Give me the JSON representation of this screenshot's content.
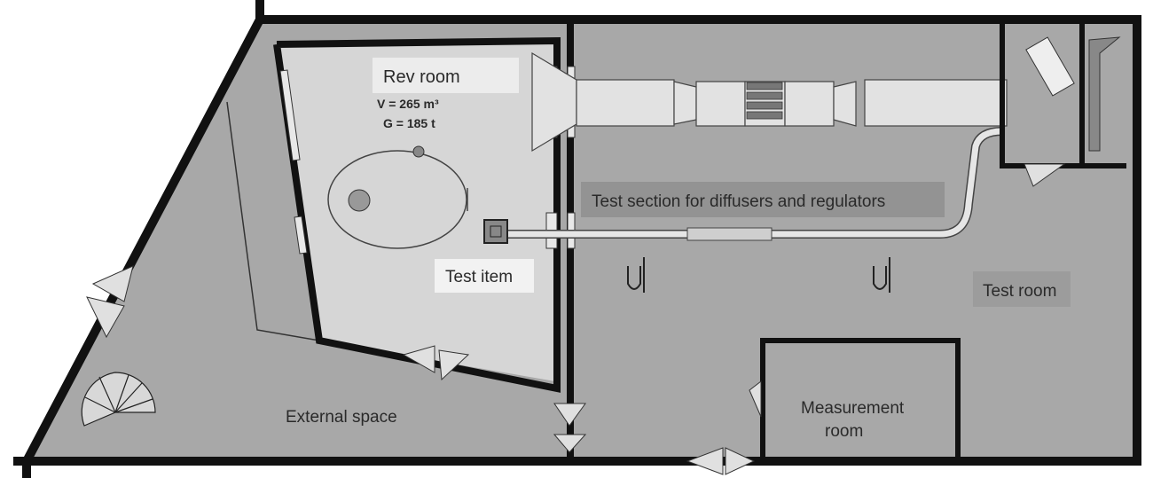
{
  "diagram": {
    "type": "floor-plan",
    "rooms": {
      "rev_room": {
        "label": "Rev room",
        "volume": "V = 265 m³",
        "mass": "G = 185 t"
      },
      "test_item": "Test item",
      "test_section": "Test section for diffusers and regulators",
      "test_room": "Test room",
      "external_space": "External space",
      "measurement_room_line1": "Measurement",
      "measurement_room_line2": "room"
    },
    "colors": {
      "floor": "#a8a8a8",
      "rev_floor": "#d6d6d6",
      "wall": "#111111",
      "duct": "#e2e2e2",
      "label_bg": "#ececec"
    }
  }
}
